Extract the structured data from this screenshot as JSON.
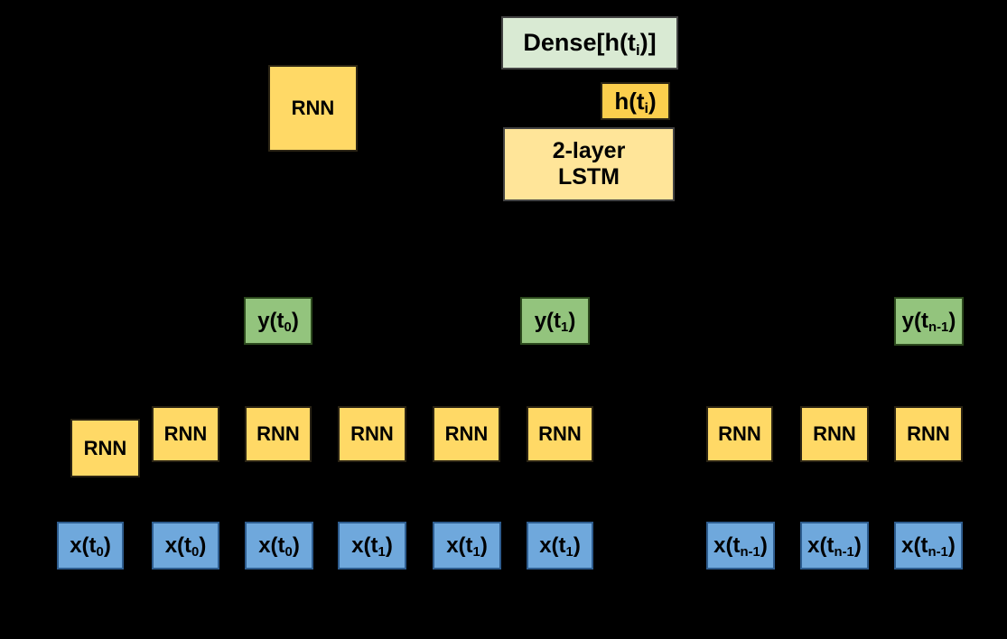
{
  "background_color": "#000000",
  "colors": {
    "rnn_yellow": "#ffd966",
    "hidden_state_yellow": "#fccf4d",
    "lstm_pale_yellow": "#ffe599",
    "dense_pale_green": "#d9ead3",
    "output_green": "#93c47d",
    "input_blue": "#6fa8dc",
    "text": "#000000"
  },
  "legend": {
    "rnn_label": "RNN"
  },
  "head": {
    "dense": {
      "base": "Dense[h(t",
      "sub": "i",
      "end": ")]"
    },
    "hidden": {
      "base": "h(t",
      "sub": "i",
      "end": ")"
    },
    "lstm": {
      "line1": "2-layer",
      "line2": "LSTM"
    }
  },
  "y_row": {
    "items": [
      {
        "base": "y(t",
        "sub": "0",
        "end": ")"
      },
      {
        "base": "y(t",
        "sub": "1",
        "end": ")"
      },
      {
        "base": "y(t",
        "sub": "n-1",
        "end": ")"
      }
    ]
  },
  "rnn_row": {
    "items": [
      {
        "label": "RNN"
      },
      {
        "label": "RNN"
      },
      {
        "label": "RNN"
      },
      {
        "label": "RNN"
      },
      {
        "label": "RNN"
      },
      {
        "label": "RNN"
      },
      {
        "label": "RNN"
      },
      {
        "label": "RNN"
      },
      {
        "label": "RNN"
      }
    ]
  },
  "x_row": {
    "items": [
      {
        "base": "x(t",
        "sub": "0",
        "end": ")"
      },
      {
        "base": "x(t",
        "sub": "0",
        "end": ")"
      },
      {
        "base": "x(t",
        "sub": "0",
        "end": ")"
      },
      {
        "base": "x(t",
        "sub": "1",
        "end": ")"
      },
      {
        "base": "x(t",
        "sub": "1",
        "end": ")"
      },
      {
        "base": "x(t",
        "sub": "1",
        "end": ")"
      },
      {
        "base": "x(t",
        "sub": "n-1",
        "end": ")"
      },
      {
        "base": "x(t",
        "sub": "n-1",
        "end": ")"
      },
      {
        "base": "x(t",
        "sub": "n-1",
        "end": ")"
      }
    ]
  }
}
